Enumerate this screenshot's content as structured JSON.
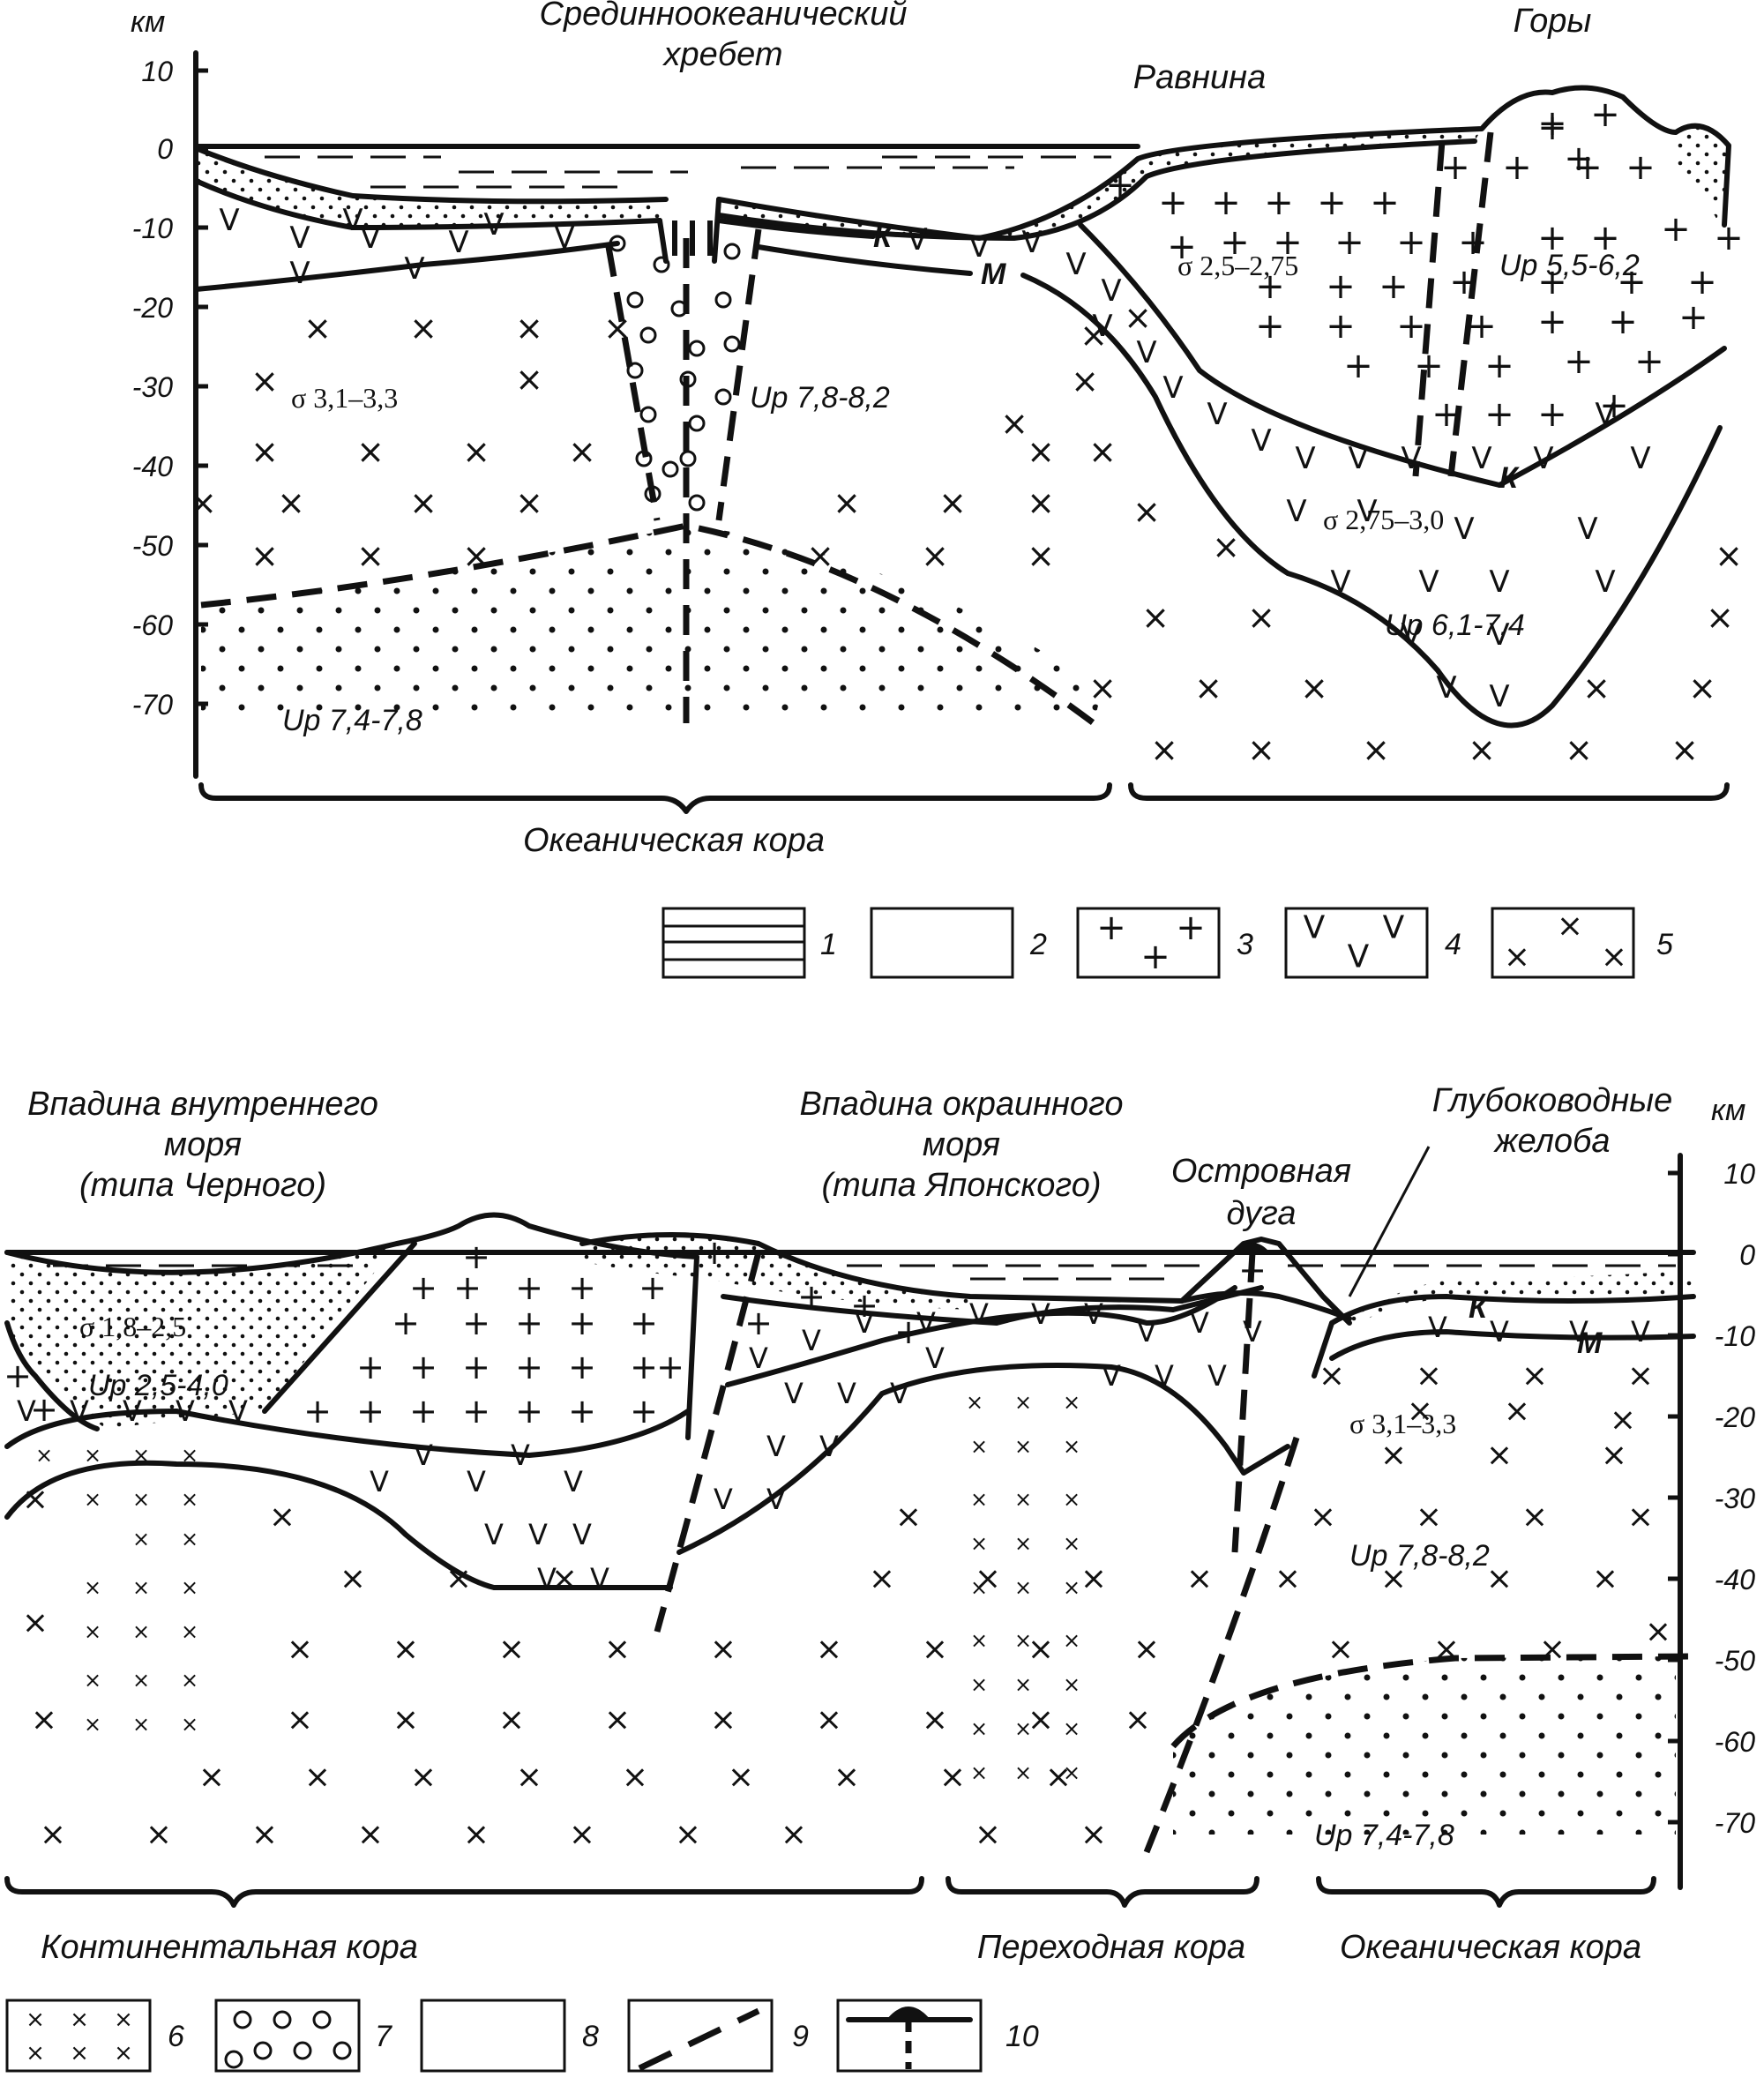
{
  "top": {
    "axis_unit": "км",
    "ticks": [
      "10",
      "0",
      "-10",
      "-20",
      "-30",
      "-40",
      "-50",
      "-60",
      "-70"
    ],
    "labels": {
      "ridge_1": "Срединноокеанический",
      "ridge_2": "хребет",
      "plain": "Равнина",
      "mountains": "Горы",
      "sigma_ocean": "σ 3,1–3,3",
      "vp_ridge": "Up 7,8-8,2",
      "vp_mantle": "Up 7,4-7,8",
      "sigma_granite": "σ 2,5–2,75",
      "vp_granite": "Up 5,5-6,2",
      "sigma_basalt": "σ 2,75–3,0",
      "vp_basalt": "Up 6,1-7,4",
      "k": "К",
      "m": "М",
      "k2": "К"
    },
    "brace_label": "Океаническая кора"
  },
  "legend_top": [
    {
      "num": "1",
      "pattern": "water"
    },
    {
      "num": "2",
      "pattern": "fine-dots"
    },
    {
      "num": "3",
      "pattern": "plus"
    },
    {
      "num": "4",
      "pattern": "v"
    },
    {
      "num": "5",
      "pattern": "x"
    }
  ],
  "bottom": {
    "axis_unit": "км",
    "ticks": [
      "10",
      "0",
      "-10",
      "-20",
      "-30",
      "-40",
      "-50",
      "-60",
      "-70"
    ],
    "labels": {
      "inner_sea_1": "Впадина внутреннего",
      "inner_sea_2": "моря",
      "inner_sea_3": "(типа Черного)",
      "marginal_sea_1": "Впадина окраинного",
      "marginal_sea_2": "моря",
      "marginal_sea_3": "(типа Японского)",
      "arc_1": "Островная",
      "arc_2": "дуга",
      "trench_1": "Глубоководные",
      "trench_2": "желоба",
      "sigma_sed": "σ 1,8–2,5",
      "vp_sed": "Up 2,5-4,0",
      "sigma_ocean": "σ 3,1–3,3",
      "vp_ocean": "Up 7,8-8,2",
      "vp_mantle": "Up 7,4-7,8",
      "k": "К",
      "m": "М"
    },
    "brace_continental": "Континентальная кора",
    "brace_transitional": "Переходная кора",
    "brace_oceanic": "Океаническая кора"
  },
  "legend_bottom": [
    {
      "num": "6",
      "pattern": "small-x"
    },
    {
      "num": "7",
      "pattern": "circles"
    },
    {
      "num": "8",
      "pattern": "coarse-dots"
    },
    {
      "num": "9",
      "pattern": "dashed-fault"
    },
    {
      "num": "10",
      "pattern": "volcano"
    }
  ]
}
